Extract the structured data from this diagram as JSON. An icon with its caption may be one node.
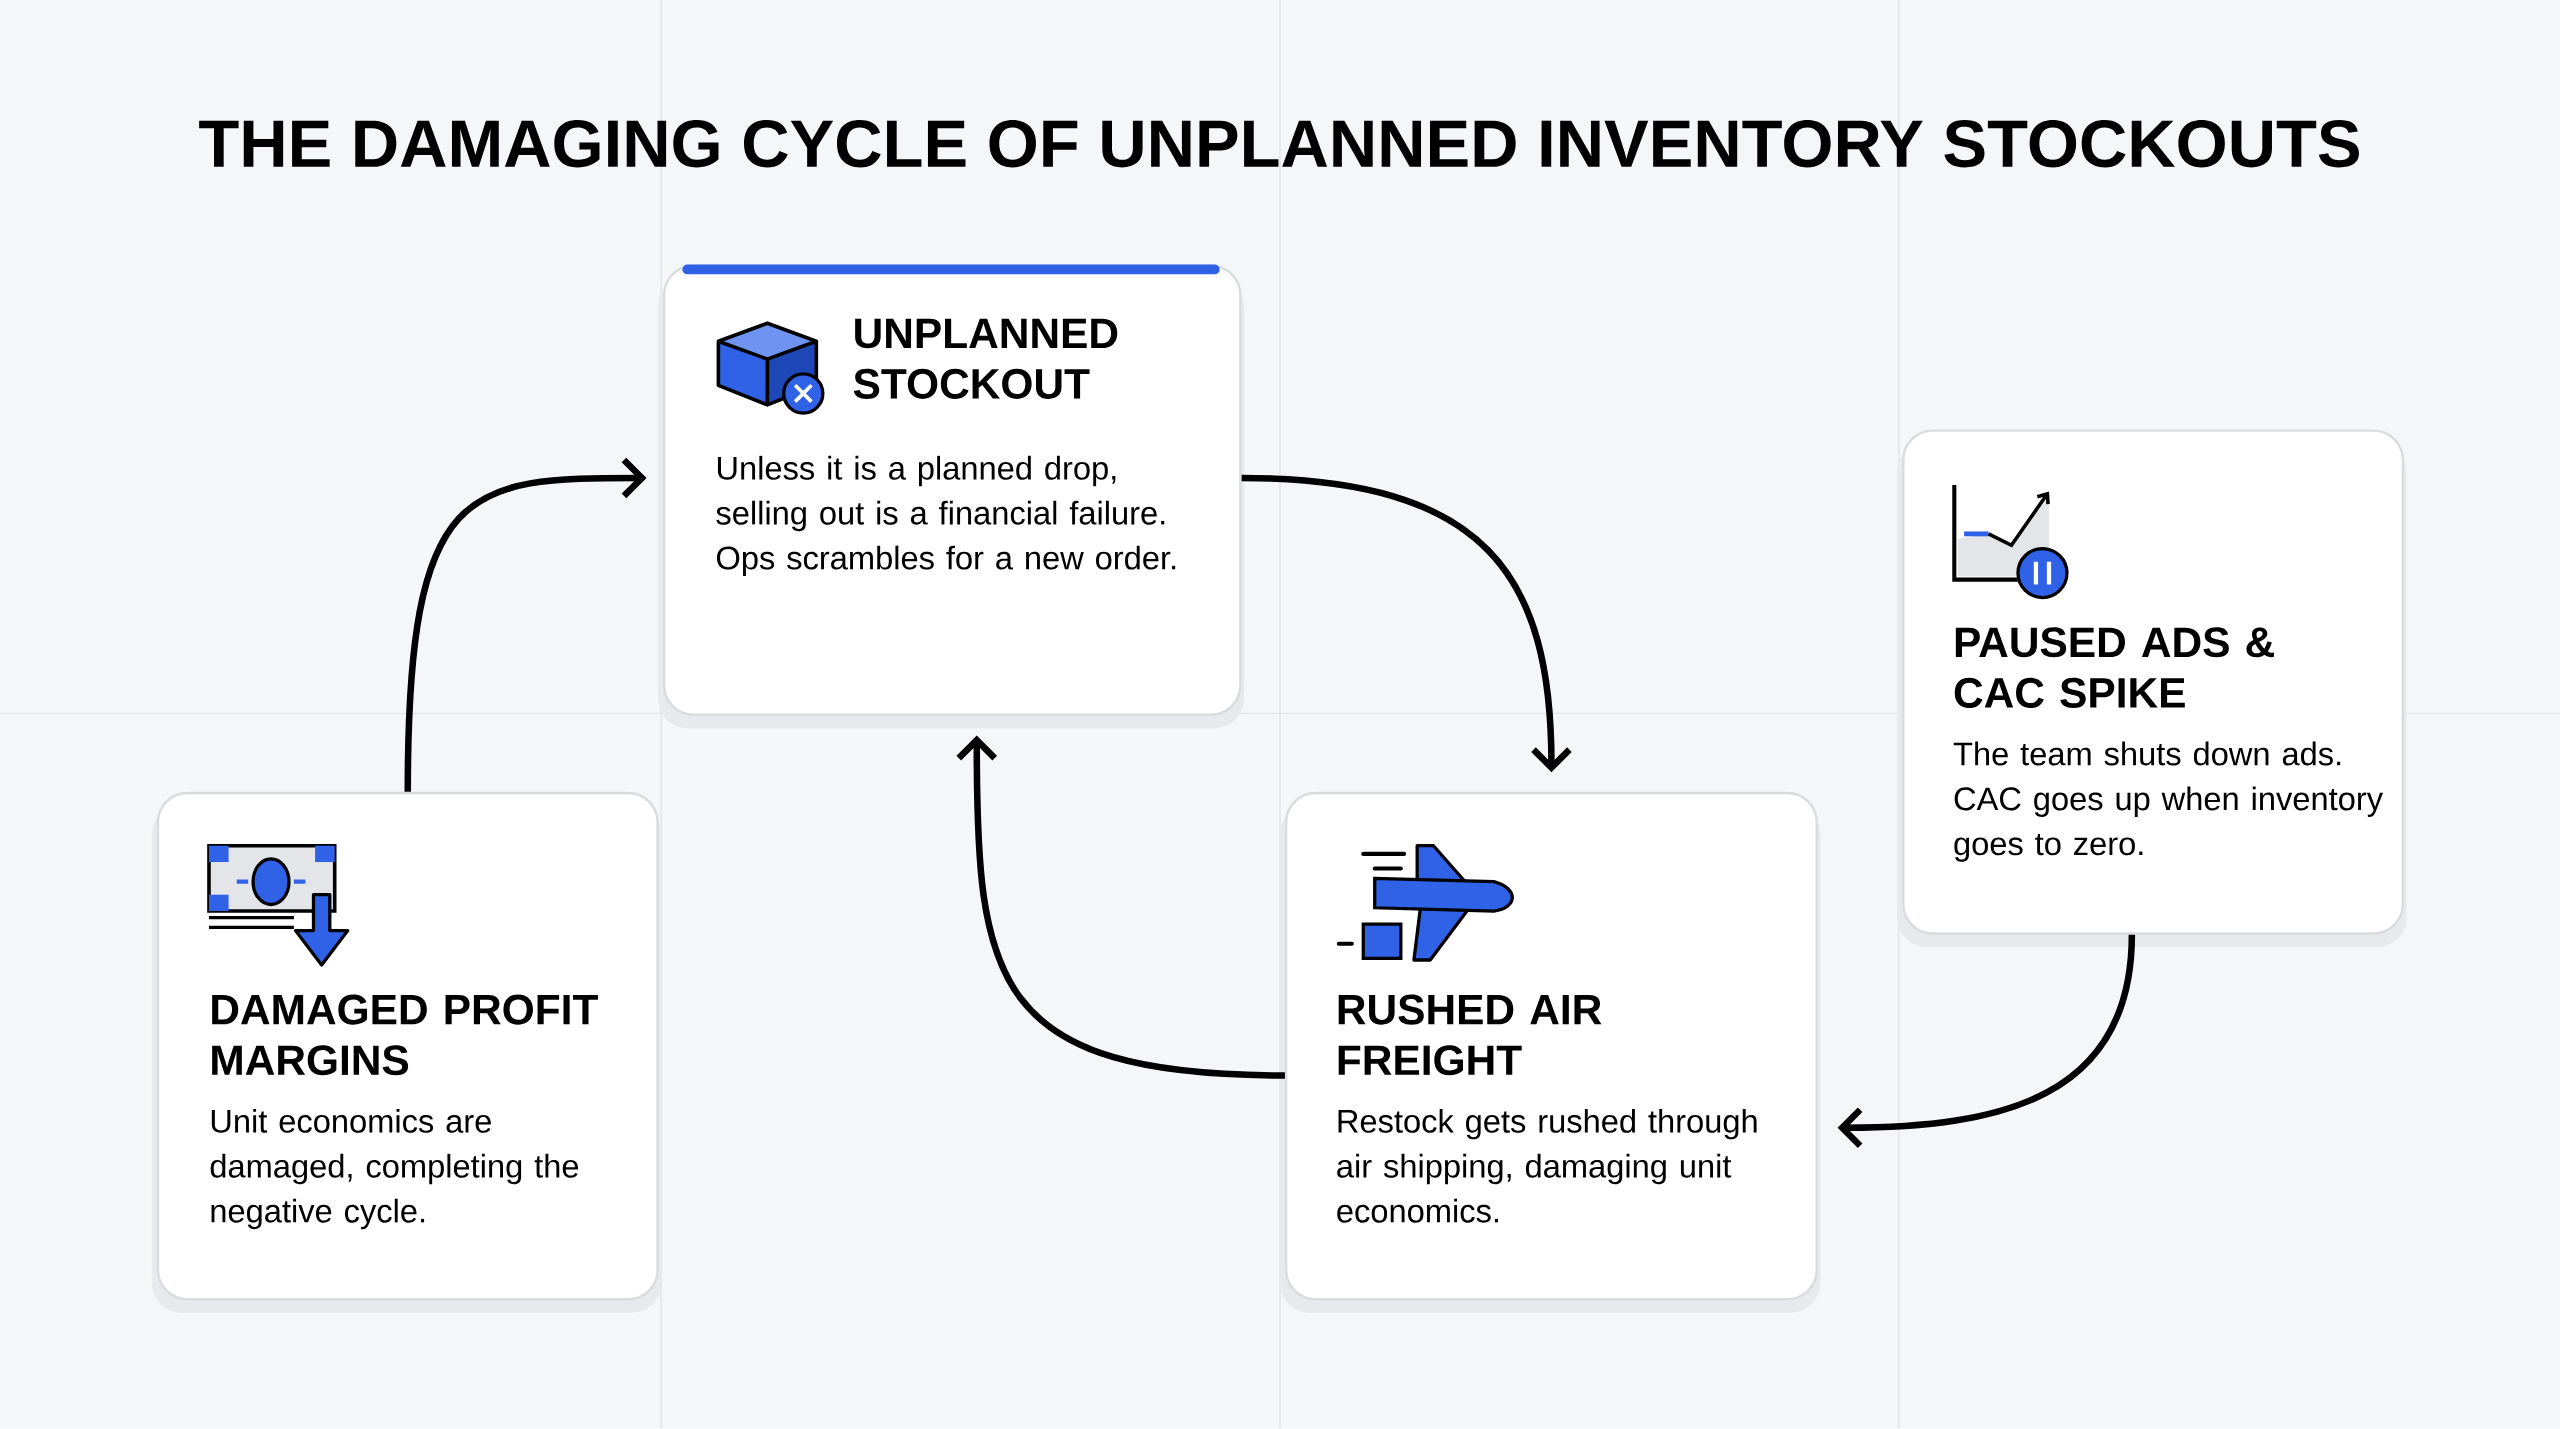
{
  "diagram": {
    "title": "THE DAMAGING CYCLE OF UNPLANNED INVENTORY STOCKOUTS",
    "nodes": [
      {
        "text": [
          "UNPLANNED STOCKOUT",
          "Unless it is a planned drop, selling out is a financial failure. Ops scrambles for a new order."
        ]
      },
      {
        "text": [
          "PAUSED ADS & CAC SPIKE",
          "The team shuts down ads. CAC goes up when inventory goes to zero."
        ]
      },
      {
        "text": [
          "DAMAGED PROFIT MARGINS",
          "Unit economics are damaged, completing the negative cycle."
        ]
      },
      {
        "text": [
          "RUSHED AIR FREIGHT",
          "Restock gets rushed through air shipping, damaging unit economics."
        ]
      }
    ],
    "edges": [
      {
        "from": 0,
        "to": 3,
        "arrow": "to"
      },
      {
        "from": 1,
        "to": 3,
        "arrow": "to"
      },
      {
        "from": 3,
        "to": 0,
        "arrow": "to"
      },
      {
        "from": 2,
        "to": 0,
        "arrow": "to"
      }
    ]
  }
}
